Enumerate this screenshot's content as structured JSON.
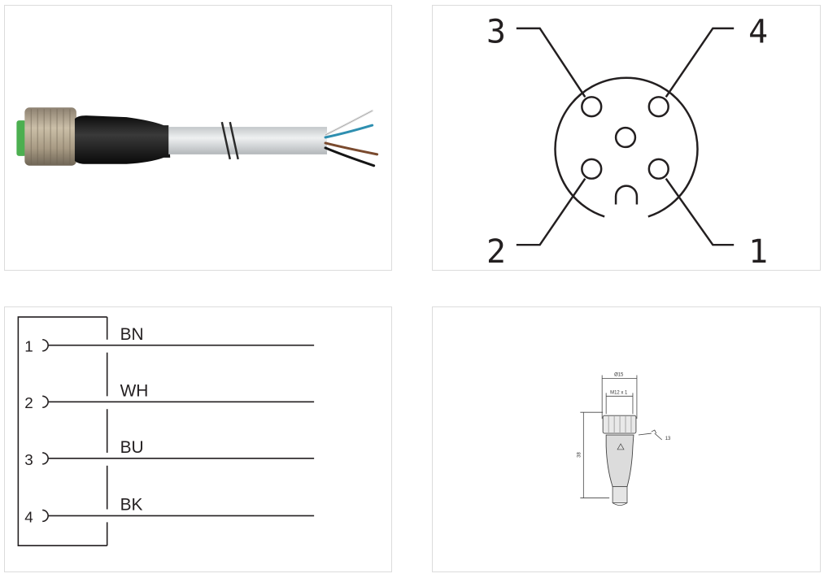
{
  "panels": {
    "photo": {
      "colors": {
        "cable": "#d9dcde",
        "overmold": "#1d1d1d",
        "nut": "#a89b84",
        "insert": "#4caf50"
      },
      "wires": [
        "#f2f2f2",
        "#2e8fb0",
        "#7a4a2e",
        "#151515"
      ]
    },
    "pinout": {
      "pins": [
        {
          "number": "3"
        },
        {
          "number": "4"
        },
        {
          "number": "2"
        },
        {
          "number": "1"
        }
      ]
    },
    "wiring": {
      "rows": [
        {
          "pin": "1",
          "wire": "BN"
        },
        {
          "pin": "2",
          "wire": "WH"
        },
        {
          "pin": "3",
          "wire": "BU"
        },
        {
          "pin": "4",
          "wire": "BK"
        }
      ]
    },
    "dimension": {
      "diameter": "Ø15",
      "thread": "M12 x 1",
      "length": "38",
      "wrench": "13"
    }
  }
}
